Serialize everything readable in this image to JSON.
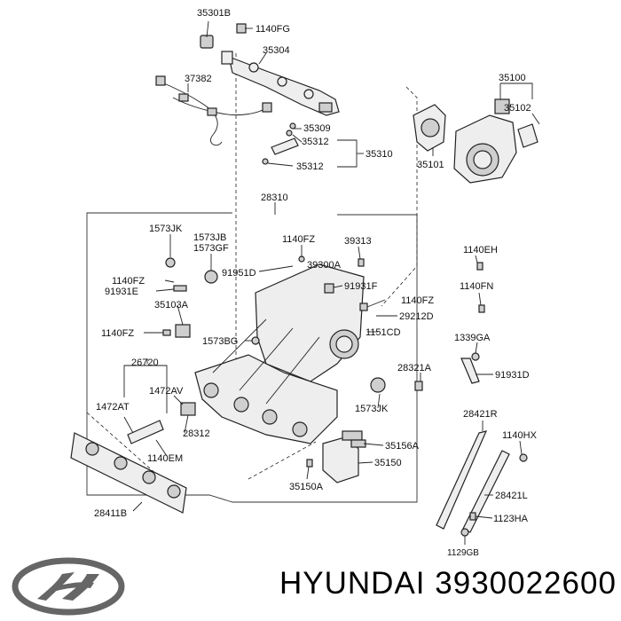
{
  "caption": {
    "brand": "HYUNDAI",
    "part_number": "3930022600"
  },
  "logo": {
    "name": "hyundai-logo",
    "text": "HYUNDAI"
  },
  "parts": {
    "p35301B": "35301B",
    "p1140FG": "1140FG",
    "p35304": "35304",
    "p37382": "37382",
    "p35309": "35309",
    "p35312a": "35312",
    "p35312b": "35312",
    "p35310": "35310",
    "p35100": "35100",
    "p35102": "35102",
    "p35101": "35101",
    "p28310": "28310",
    "p1573JK_top": "1573JK",
    "p1573JB": "1573JB",
    "p1573GF": "1573GF",
    "p1140FZ_top": "1140FZ",
    "p39313": "39313",
    "p1140EH": "1140EH",
    "p1140FZ_left": "1140FZ",
    "p91951D": "91951D",
    "p39300A": "39300A",
    "p91931E": "91931E",
    "p91931F": "91931F",
    "p1140FZ_mid": "1140FZ",
    "p1140FN": "1140FN",
    "p35103A": "35103A",
    "p29212D": "29212D",
    "p1140FZ_low": "1140FZ",
    "p1151CD": "1151CD",
    "p1573BG": "1573BG",
    "p1339GA": "1339GA",
    "p26720": "26720",
    "p28321A": "28321A",
    "p91931D": "91931D",
    "p1472AV": "1472AV",
    "p1472AT": "1472AT",
    "p1573JK_low": "1573JK",
    "p28312": "28312",
    "p28421R": "28421R",
    "p1140HX": "1140HX",
    "p35156A": "35156A",
    "p1140EM": "1140EM",
    "p35150": "35150",
    "p35150A": "35150A",
    "p28421L": "28421L",
    "p28411B": "28411B",
    "p1123HA": "1123HA",
    "p1129GB": "1129GB"
  }
}
